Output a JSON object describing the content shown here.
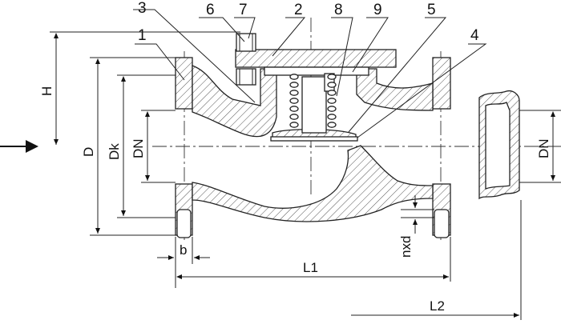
{
  "diagram": {
    "part_labels": [
      "1",
      "2",
      "3",
      "4",
      "5",
      "6",
      "7",
      "8",
      "9"
    ],
    "dimension_labels": {
      "height": "H",
      "outer_diameter": "D",
      "bolt_circle": "Dk",
      "nominal_diameter": "DN",
      "nominal_diameter_outlet": "DN",
      "flange_thickness": "b",
      "bolt_holes": "nxd",
      "length_1": "L1",
      "length_2": "L2"
    },
    "flow_direction": "arrow-right"
  }
}
